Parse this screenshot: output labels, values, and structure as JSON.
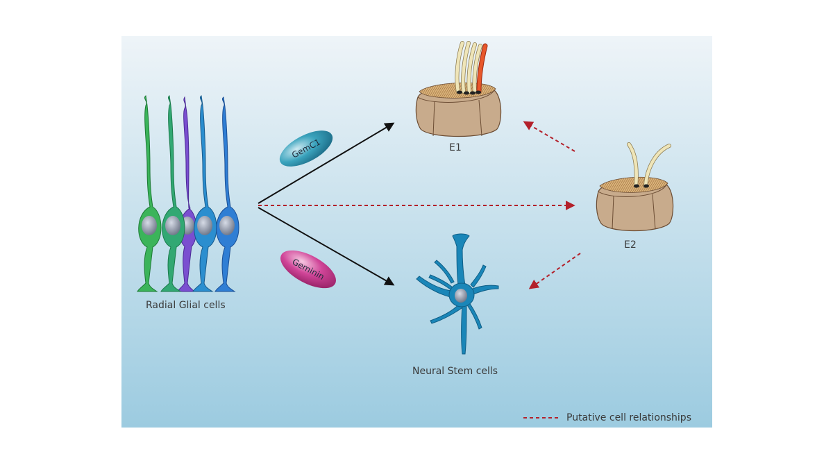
{
  "labels": {
    "radial_glial": "Radial Glial cells",
    "e1": "E1",
    "e2": "E2",
    "neural_stem": "Neural Stem cells"
  },
  "factors": {
    "gemc1": "GemC1",
    "geminin": "Geminin"
  },
  "legend": {
    "text": "Putative cell relationships"
  },
  "colors": {
    "background_top": "#eef4f8",
    "background_bottom": "#9ccbe0",
    "solid_arrow": "#111111",
    "dashed_arrow": "#b3202a",
    "gemc1_pill": "#2b93b0",
    "geminin_pill": "#c8388f",
    "cell_body": "#c8ab8c",
    "cilia": "#efe5b8",
    "motile_cilium": "#e8572a",
    "stem_cell": "#1a86b8"
  }
}
